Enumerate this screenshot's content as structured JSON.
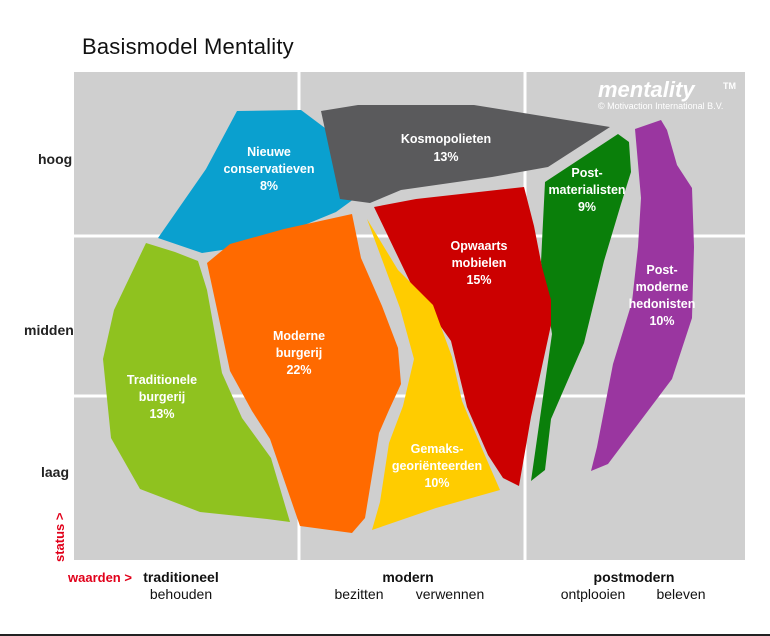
{
  "title": "Basismodel Mentality",
  "logo": {
    "brand": "mentality",
    "tm": "TM",
    "copyright": "© Motivaction International B.V."
  },
  "rows": [
    "hoog",
    "midden",
    "laag"
  ],
  "status_label": "status >",
  "values_label": "waarden >",
  "columns": [
    {
      "head": "traditioneel",
      "subs": [
        "behouden"
      ]
    },
    {
      "head": "modern",
      "subs": [
        "bezitten",
        "verwennen"
      ]
    },
    {
      "head": "postmodern",
      "subs": [
        "ontplooien",
        "beleven"
      ]
    }
  ],
  "colors": {
    "grid": "#cfcfcf",
    "nieuwe_conservatieven": "#0aa0cf",
    "kosmopolieten": "#5a5a5c",
    "post_materialisten": "#0a7f0a",
    "postmoderne_hedonisten": "#9a36a0",
    "traditionele_burgerij": "#8fc21f",
    "moderne_burgerij": "#ff6a00",
    "gemaksgeorienteerden": "#ffcc00",
    "opwaarts_mobielen": "#cc0000",
    "accent_red": "#e1001a"
  },
  "segments": {
    "nieuwe_conservatieven": {
      "lines": [
        "Nieuwe",
        "conservatieven"
      ],
      "pct": "8%"
    },
    "kosmopolieten": {
      "lines": [
        "Kosmopolieten"
      ],
      "pct": "13%"
    },
    "post_materialisten": {
      "lines": [
        "Post-",
        "materialisten"
      ],
      "pct": "9%"
    },
    "postmoderne_hedonisten": {
      "lines": [
        "Post-",
        "moderne",
        "hedonisten"
      ],
      "pct": "10%"
    },
    "opwaarts_mobielen": {
      "lines": [
        "Opwaarts",
        "mobielen"
      ],
      "pct": "15%"
    },
    "moderne_burgerij": {
      "lines": [
        "Moderne",
        "burgerij"
      ],
      "pct": "22%"
    },
    "traditionele_burgerij": {
      "lines": [
        "Traditionele",
        "burgerij"
      ],
      "pct": "13%"
    },
    "gemaksgeorienteerden": {
      "lines": [
        "Gemaks-",
        "georiënteerden"
      ],
      "pct": "10%"
    }
  }
}
